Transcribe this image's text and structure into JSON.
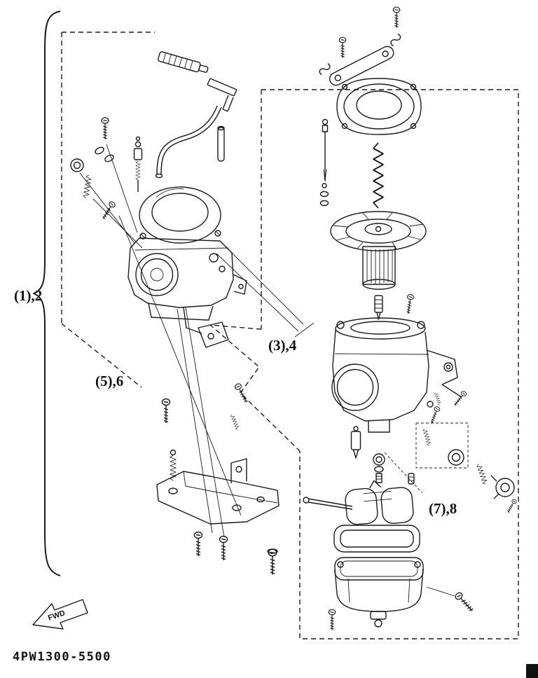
{
  "labels": {
    "group_1_2": "(1),2",
    "group_3_4": "(3),4",
    "group_5_6": "(5),6",
    "group_7_8": "(7),8"
  },
  "fwd_arrow": {
    "label": "FWD"
  },
  "footer": {
    "part_number": "4PW1300-5500"
  },
  "colors": {
    "line_color": "#1b1b1b",
    "background": "#ffffff"
  }
}
